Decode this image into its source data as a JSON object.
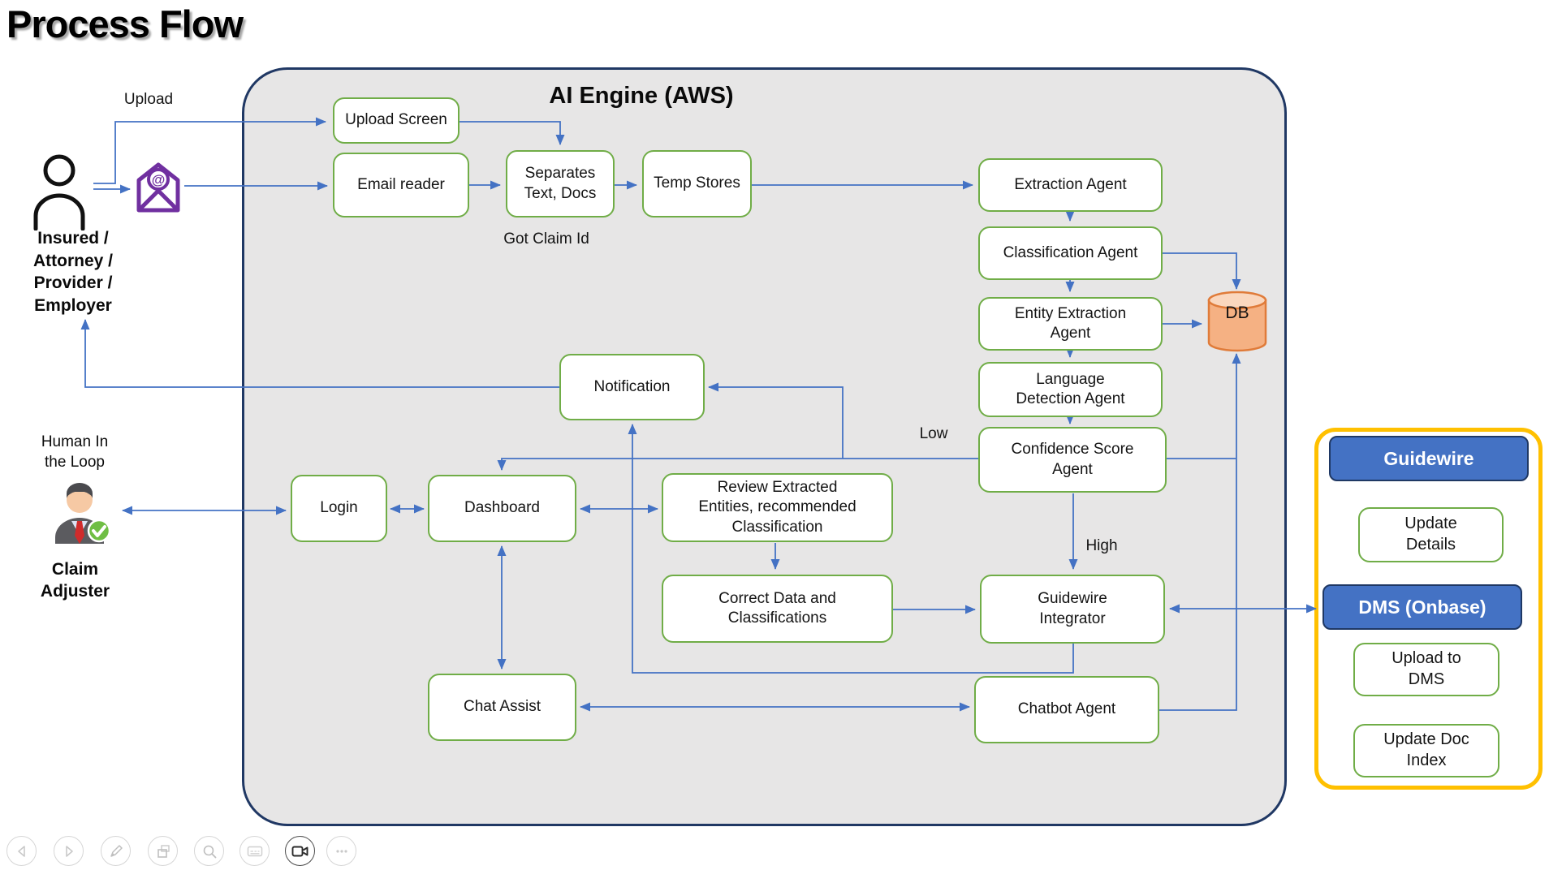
{
  "page_title": "Process Flow",
  "engine": {
    "title": "AI Engine (AWS)"
  },
  "actors": {
    "customer_label": "Insured /\nAttorney /\nProvider /\nEmployer",
    "human_in_loop_label": "Human In\nthe Loop",
    "adjuster_label": "Claim\nAdjuster"
  },
  "edge_labels": {
    "upload": "Upload",
    "got_claim_id": "Got Claim Id",
    "low": "Low",
    "high": "High"
  },
  "nodes": {
    "upload_screen": "Upload Screen",
    "email_reader": "Email reader",
    "separates": "Separates\nText, Docs",
    "temp_stores": "Temp Stores",
    "extraction_agent": "Extraction Agent",
    "classification_agent": "Classification Agent",
    "entity_extraction_agent": "Entity Extraction\nAgent",
    "language_detection_agent": "Language\nDetection Agent",
    "confidence_score_agent": "Confidence Score\nAgent",
    "notification": "Notification",
    "login": "Login",
    "dashboard": "Dashboard",
    "review": "Review Extracted\nEntities, recommended\nClassification",
    "correct": "Correct Data and\nClassifications",
    "guidewire_integrator": "Guidewire\nIntegrator",
    "chat_assist": "Chat Assist",
    "chatbot_agent": "Chatbot Agent",
    "db": "DB"
  },
  "right_panel": {
    "guidewire": "Guidewire",
    "update_details": "Update\nDetails",
    "dms": "DMS (Onbase)",
    "upload_to_dms": "Upload to\nDMS",
    "update_doc_index": "Update Doc\nIndex"
  },
  "toolbar_icons": [
    "previous",
    "next",
    "pen",
    "slide-sorter",
    "zoom-search",
    "notes",
    "video-camera",
    "more-options"
  ],
  "icons": {
    "person": "person-outline-icon",
    "email": "purple-email-at-icon",
    "adjuster": "claim-adjuster-avatar-with-check",
    "db": "database-cylinder"
  },
  "colors": {
    "connector_blue": "#4472C4",
    "node_green": "#70AD47",
    "container_navy": "#203864",
    "container_fill": "#E7E6E6",
    "panel_yellow": "#FFC000",
    "db_orange": "#ED7D31",
    "db_fill": "#F5B183",
    "email_purple": "#7030A0",
    "check_green": "#6FBE44",
    "tie_red": "#C00000"
  }
}
